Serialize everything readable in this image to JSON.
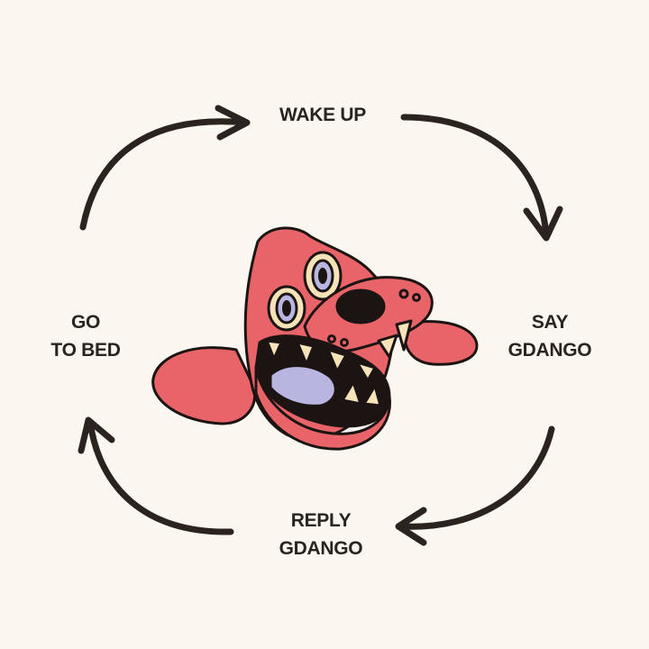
{
  "diagram": {
    "steps": [
      {
        "id": "wake",
        "lines": [
          "WAKE UP"
        ]
      },
      {
        "id": "say",
        "lines": [
          "SAY",
          "GDANGO"
        ]
      },
      {
        "id": "reply",
        "lines": [
          "REPLY",
          "GDANGO"
        ]
      },
      {
        "id": "bed",
        "lines": [
          "GO",
          "TO BED"
        ]
      }
    ],
    "cycle_direction": "clockwise",
    "center_icon": "pink-creature-mascot"
  },
  "colors": {
    "background": "#FAF6F0",
    "ink": "#2B2320",
    "creature_body": "#E96468",
    "creature_teeth": "#F6E3B8",
    "creature_tongue": "#B8B6E0",
    "creature_mouth": "#1C1412"
  }
}
